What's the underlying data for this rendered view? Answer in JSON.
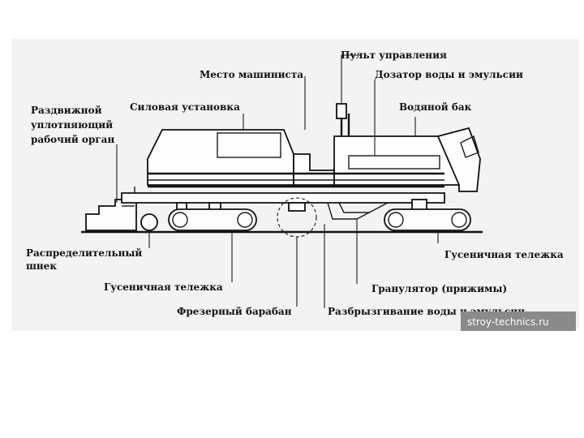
{
  "labels": {
    "pult": "Пульт управления",
    "mesto": "Место машиниста",
    "dozator": "Дозатор воды и эмульсии",
    "silovaya": "Силовая установка",
    "vodyanoy": "Водяной бак",
    "razdv1": "Раздвижной",
    "razdv2": "уплотняющий",
    "razdv3": "рабочий орган",
    "raspr1": "Распределительный",
    "raspr2": "шнек",
    "gus_left": "Гусеничная тележка",
    "gus_right": "Гусеничная тележка",
    "granul": "Гранулятор (прижимы)",
    "frez": "Фрезерный барабан",
    "razbr": "Разбрызгивание воды и эмульсии"
  },
  "watermark": "stroy-technics.ru"
}
